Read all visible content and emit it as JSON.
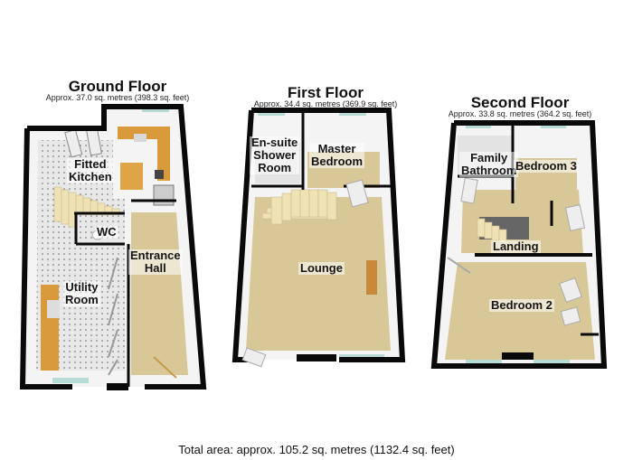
{
  "floors": [
    {
      "title": "Ground Floor",
      "area": "Approx. 37.0 sq. metres (398.3 sq. feet)",
      "rooms": [
        {
          "label": "Fitted\nKitchen"
        },
        {
          "label": "WC"
        },
        {
          "label": "Entrance\nHall"
        },
        {
          "label": "Utility\nRoom"
        }
      ]
    },
    {
      "title": "First Floor",
      "area": "Approx. 34.4 sq. metres (369.9 sq. feet)",
      "rooms": [
        {
          "label": "En-suite\nShower\nRoom"
        },
        {
          "label": "Master\nBedroom"
        },
        {
          "label": "Lounge"
        }
      ]
    },
    {
      "title": "Second Floor",
      "area": "Approx. 33.8 sq. metres (364.2 sq. feet)",
      "rooms": [
        {
          "label": "Family\nBathroom"
        },
        {
          "label": "Bedroom 3"
        },
        {
          "label": "Landing"
        },
        {
          "label": "Bedroom 2"
        }
      ]
    }
  ],
  "total_area": "Total area: approx. 105.2 sq. metres (1132.4 sq. feet)",
  "colors": {
    "wall": "#0a0a0a",
    "carpet": "#d8c898",
    "tile": "#e6e6e6",
    "worktop": "#d99a3c",
    "stairs": "#efe2b4",
    "glass": "#b7dcd8"
  }
}
